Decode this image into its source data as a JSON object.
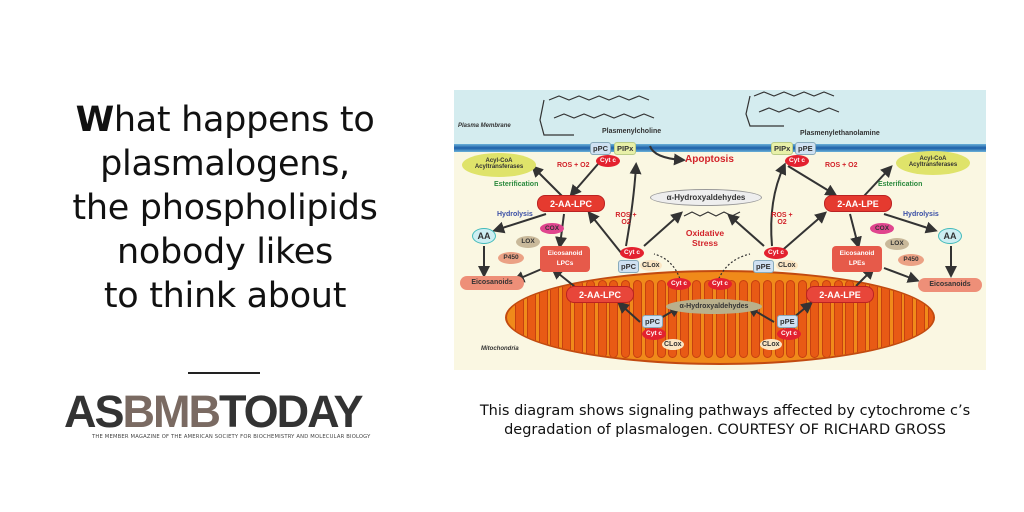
{
  "headline": {
    "first_letter": "W",
    "rest_line1": "hat happens to",
    "line2": "plasmalogens,",
    "line3": "the phospholipids",
    "line4": "nobody likes",
    "line5": "to think about"
  },
  "logo": {
    "part1": "AS",
    "part2": "BMB",
    "part3": "TODAY",
    "tagline": "THE MEMBER MAGAZINE OF THE AMERICAN SOCIETY FOR BIOCHEMISTRY AND MOLECULAR BIOLOGY"
  },
  "caption": "This diagram shows signaling pathways affected by cytochrome c’s degradation of plasmalogen. COURTESY OF RICHARD GROSS",
  "diagram": {
    "plasma_membrane": "Plasma Membrane",
    "mitochondria": "Mitochondria",
    "plasmenylcholine": "Plasmenylcholine",
    "plasmenylethanolamine": "Plasmenylethanolamine",
    "ppc": "pPC",
    "ppe": "pPE",
    "pipx": "PIPx",
    "cytc": "Cyt c",
    "clox": "CLox",
    "ros_o2": "ROS + O2",
    "acyl_coa": "Acyl-CoA Acyltransferases",
    "esterification": "Esterification",
    "hydrolysis": "Hydrolysis",
    "apoptosis": "Apoptosis",
    "hydroxyaldehydes": "α-Hydroxyaldehydes",
    "oxidative_stress": "Oxidative Stress",
    "lpc": "2-AA-LPC",
    "lpe": "2-AA-LPE",
    "aa": "AA",
    "cox": "COX",
    "lox": "LOX",
    "p450": "P450",
    "eico_lpcs": "Eicosanoid LPCs",
    "eico_lpes": "Eicosanoid LPEs",
    "eicosanoids": "Eicosanoids"
  },
  "colors": {
    "accent_red": "#d2232a",
    "membrane_blue": "#1c5fa8",
    "mito_orange": "#f08a1a",
    "logo_mid": "#7a6a62"
  }
}
